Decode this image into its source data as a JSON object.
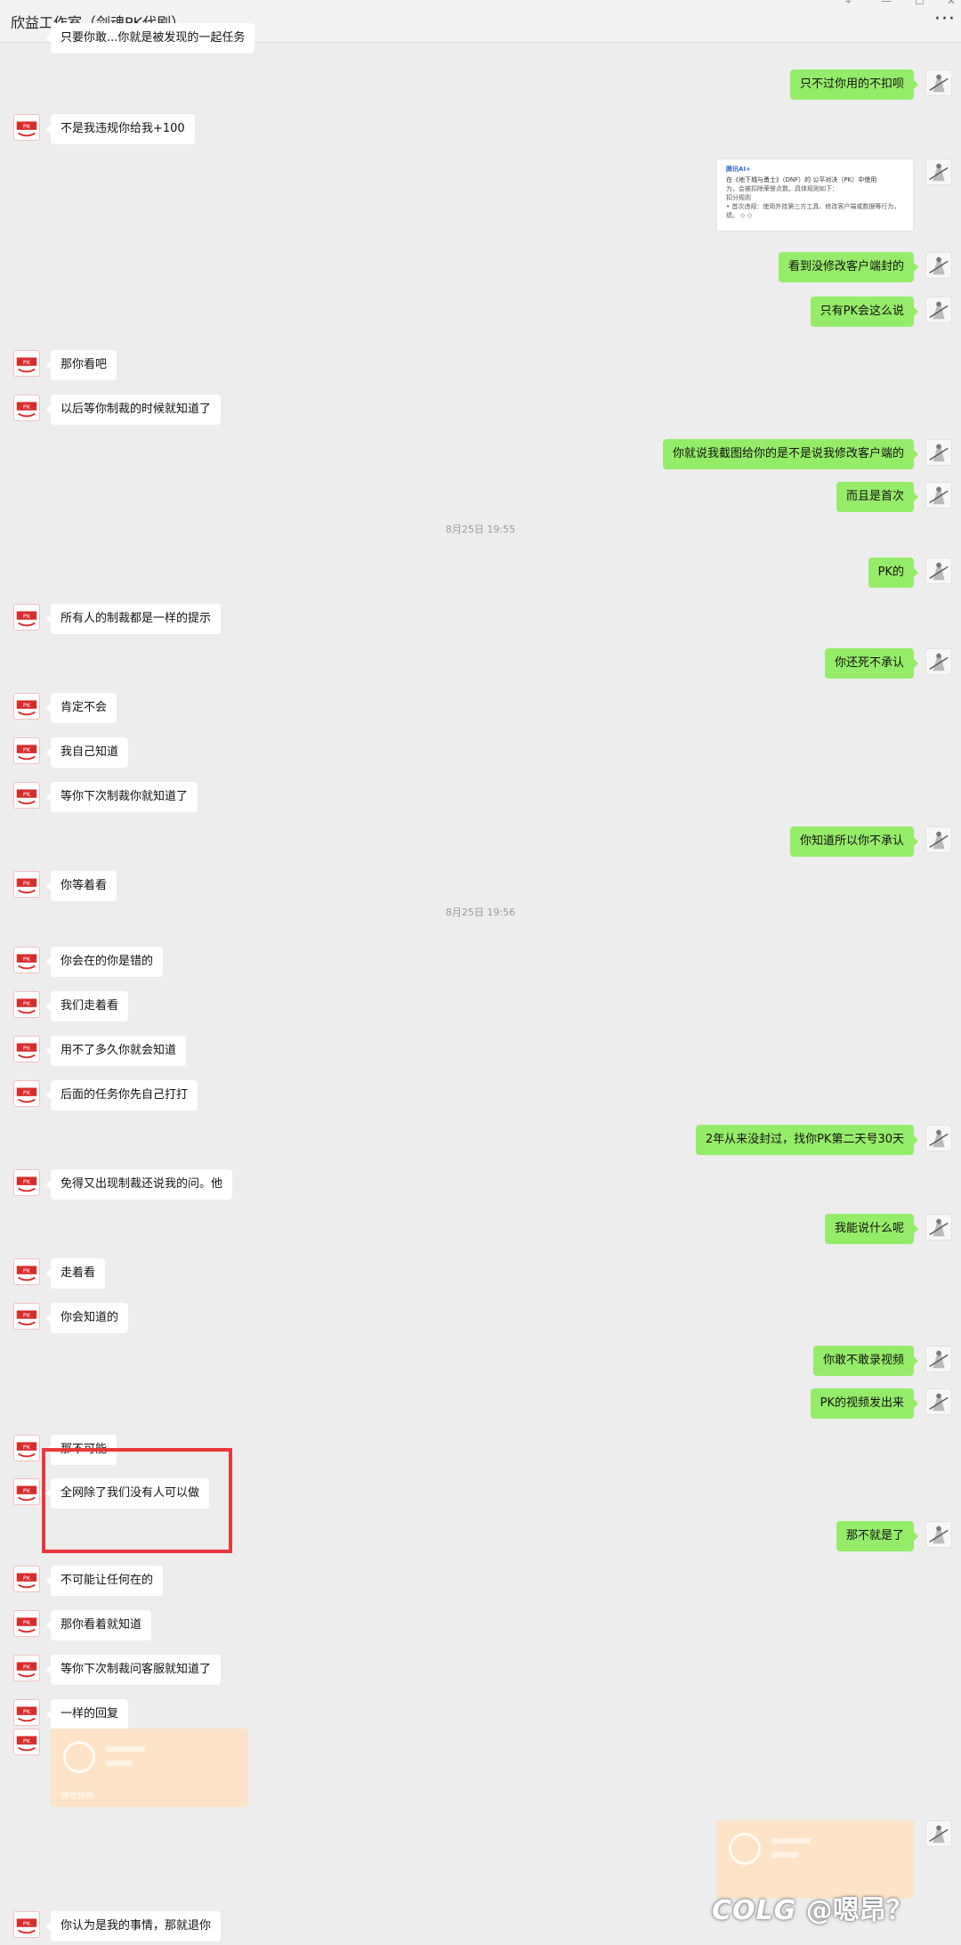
{
  "window": {
    "title": "欣益工作室（剑魂PK代刷）",
    "more_label": "···",
    "pin_glyph": "⌖",
    "min_glyph": "—",
    "max_glyph": "☐",
    "close_glyph": "✕"
  },
  "chat": {
    "top_clipped_text": "只要你敢...你就是被发现的一起任务",
    "messages_top": [
      {
        "side": "right",
        "text": "只不过你用的不扣呗"
      },
      {
        "side": "left",
        "text": "不是我违规你给我+100"
      }
    ],
    "screenshot_card": {
      "brand": "腾讯AI+",
      "line1": "在《地下城与勇士》（DNF）的 公平对决（PK）中使用",
      "line2": "为，会被扣除荣誉点数。具体规则如下：",
      "line3": "扣分规则",
      "line4": "• 首次违规：使用外挂第三方工具、修改客户端或数据等行为，",
      "line5": "绩。  ◇ ◇"
    },
    "messages": [
      {
        "side": "right",
        "text": "看到没修改客户端封的"
      },
      {
        "side": "right",
        "text": "只有PK会这么说"
      },
      {
        "side": "left",
        "text": "那你看吧"
      },
      {
        "side": "left",
        "text": "以后等你制裁的时候就知道了"
      },
      {
        "side": "right",
        "text": "你就说我截图给你的是不是说我修改客户端的"
      },
      {
        "side": "right",
        "text": "而且是首次"
      },
      {
        "time": "8月25日 19:55"
      },
      {
        "side": "right",
        "text": "PK的"
      },
      {
        "side": "left",
        "text": "所有人的制裁都是一样的提示"
      },
      {
        "side": "right",
        "text": "你还死不承认"
      },
      {
        "side": "left",
        "text": "肯定不会"
      },
      {
        "side": "left",
        "text": "我自己知道"
      },
      {
        "side": "left",
        "text": "等你下次制裁你就知道了"
      },
      {
        "side": "right",
        "text": "你知道所以你不承认"
      },
      {
        "side": "left",
        "text": "你等着看"
      },
      {
        "time": "8月25日 19:56"
      },
      {
        "side": "left",
        "text": "你会在的你是错的"
      },
      {
        "side": "left",
        "text": "我们走着看"
      },
      {
        "side": "left",
        "text": "用不了多久你就会知道"
      },
      {
        "side": "left",
        "text": "后面的任务你先自己打打"
      },
      {
        "side": "right",
        "text": "2年从来没封过，找你PK第二天号30天"
      },
      {
        "side": "left",
        "text": "免得又出现制裁还说我的问。他"
      },
      {
        "side": "right",
        "text": "我能说什么呢"
      },
      {
        "side": "left",
        "text": "走着看"
      },
      {
        "side": "left",
        "text": "你会知道的"
      },
      {
        "side": "right",
        "text": "你敢不敢录视频"
      },
      {
        "side": "right",
        "text": "PK的视频发出来"
      },
      {
        "side": "left",
        "text": "那不可能"
      },
      {
        "side": "left",
        "text": "全网除了我们没有人可以做"
      },
      {
        "side": "right",
        "text": "那不就是了"
      },
      {
        "side": "left",
        "text": "不可能让任何在的"
      },
      {
        "side": "left",
        "text": "那你看着就知道"
      },
      {
        "side": "left",
        "text": "等你下次制裁问客服就知道了"
      },
      {
        "side": "left",
        "text": "一样的回复"
      }
    ],
    "transfer_left_foot": "微信转账",
    "last_message": {
      "side": "left",
      "text": "你认为是我的事情，那就退你"
    }
  },
  "watermark": {
    "logo": "COLG",
    "handle": "@嗯昂？"
  },
  "colors": {
    "self_bubble": "#95ec69",
    "other_bubble": "#ffffff",
    "highlight": "#e8383d",
    "transfer": "#fde3c8"
  }
}
